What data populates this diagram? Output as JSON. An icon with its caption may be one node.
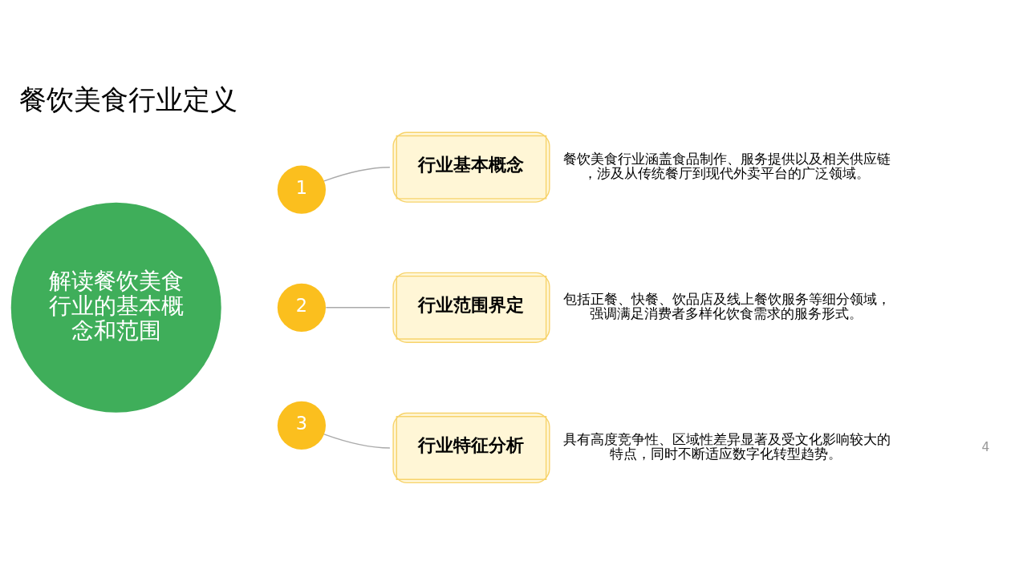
{
  "diagram": {
    "title": "餐饮美食行业定义",
    "nodes": [
      {
        "text": [
          "解读餐饮美食行业的基本概念和范围"
        ]
      },
      {
        "text": [
          "1"
        ]
      },
      {
        "text": [
          "2"
        ]
      },
      {
        "text": [
          "3"
        ]
      },
      {
        "text": [
          "行业基本概念"
        ],
        "beside": [
          "餐饮美食行业涵盖食品制作、服务提供以及相关供应链，涉及从传统餐厅到现代外卖平台的广泛领域。"
        ]
      },
      {
        "text": [
          "行业范围界定"
        ],
        "beside": [
          "包括正餐、快餐、饮品店及线上餐饮服务等细分领域，强调满足消费者多样化饮食需求的服务形式。"
        ]
      },
      {
        "text": [
          "行业特征分析"
        ],
        "beside": [
          "具有高度竞争性、区域性差异显著及受文化影响较大的特点，同时不断适应数字化转型趋势。"
        ]
      }
    ],
    "edges": [
      {
        "from": 1,
        "to": 4,
        "arrow": "none"
      },
      {
        "from": 2,
        "to": 5,
        "arrow": "none"
      },
      {
        "from": 3,
        "to": 6,
        "arrow": "none"
      }
    ],
    "labels": [
      "4"
    ]
  }
}
